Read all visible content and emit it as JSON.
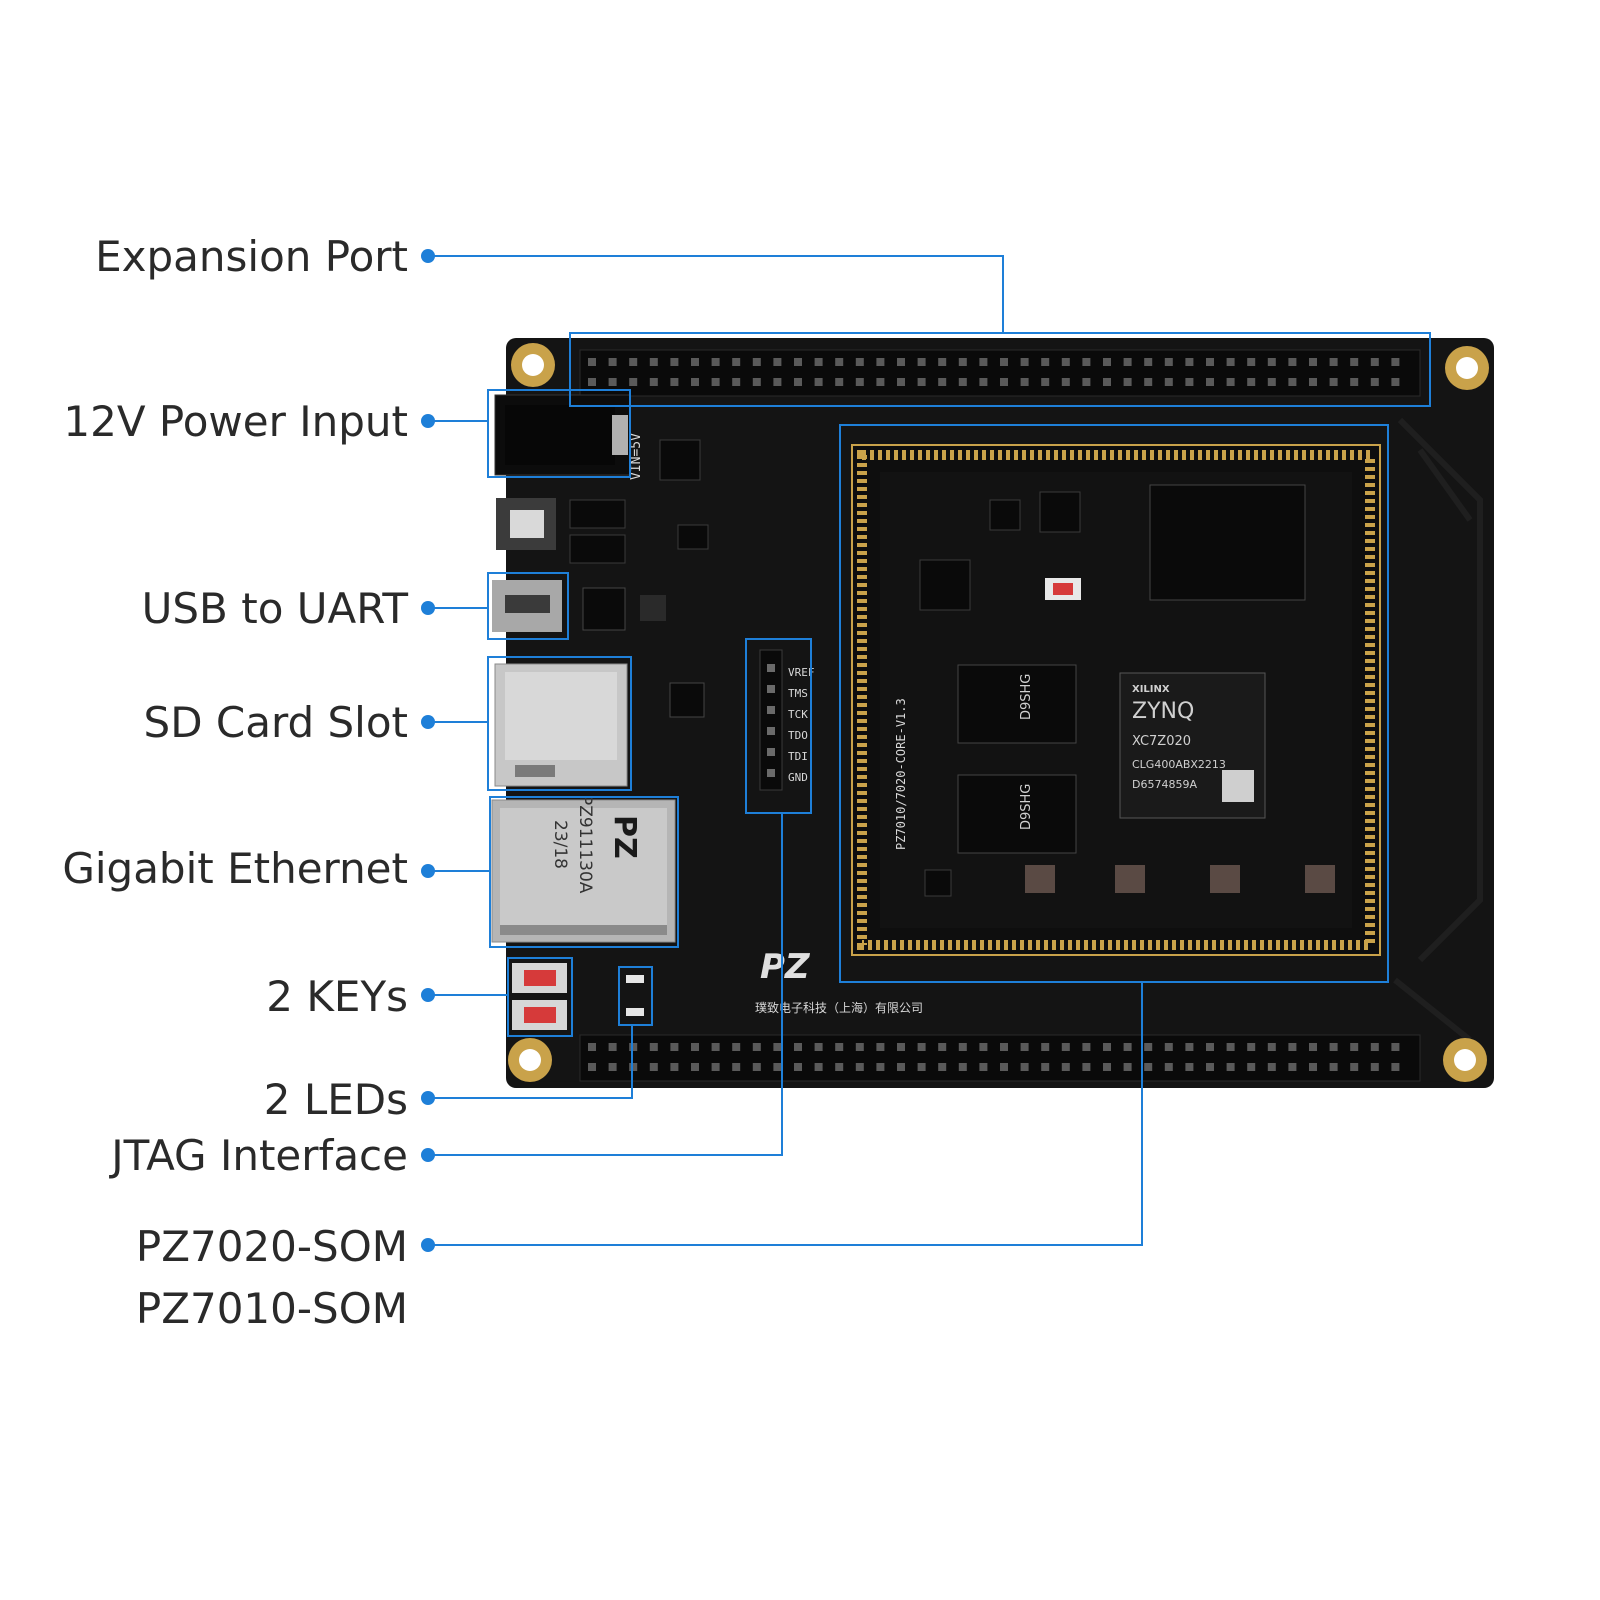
{
  "callouts": [
    {
      "id": "expansion-port",
      "label": "Expansion Port"
    },
    {
      "id": "power-input",
      "label": "12V Power Input"
    },
    {
      "id": "usb-uart",
      "label": "USB to UART"
    },
    {
      "id": "sd-card",
      "label": "SD Card Slot"
    },
    {
      "id": "ethernet",
      "label": "Gigabit Ethernet"
    },
    {
      "id": "keys",
      "label": "2 KEYs"
    },
    {
      "id": "leds",
      "label": "2 LEDs"
    },
    {
      "id": "jtag",
      "label": "JTAG Interface"
    },
    {
      "id": "som",
      "label": "PZ7020-SOM",
      "label2": "PZ7010-SOM"
    }
  ],
  "board": {
    "jtag_pins": [
      "VREF",
      "TMS",
      "TCK",
      "TDO",
      "TDI",
      "GND"
    ],
    "zynq_brand": "XILINX",
    "zynq_name": "ZYNQ",
    "zynq_part": "XC7Z020",
    "zynq_code1": "CLG400ABX2213",
    "zynq_code2": "D6574859A",
    "eth_brand": "PZ",
    "eth_part": "PZ911130A",
    "eth_date": "23/18",
    "vin_label": "VIN=5V",
    "som_label": "PZ7010/7020-CORE-V1.3",
    "company_text": "璞致电子科技（上海）有限公司",
    "ram_text": "D9SHG"
  },
  "colors": {
    "accent": "#1e7fd8",
    "pcb": "#141414",
    "gold": "#c9a24a"
  }
}
